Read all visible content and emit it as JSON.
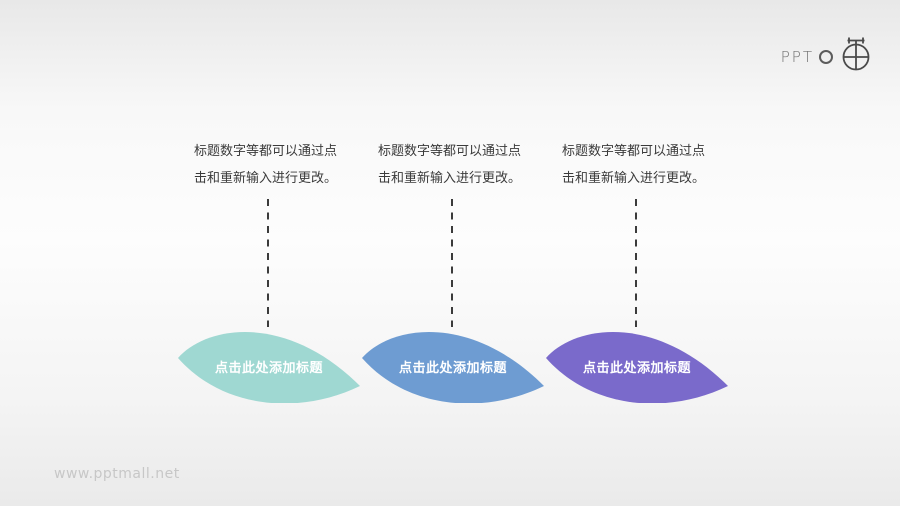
{
  "slide": {
    "logo": {
      "text": "PPT"
    },
    "watermark": "www.pptmall.net",
    "columns": [
      {
        "description": "标题数字等都可以通过点击和重新输入进行更改。",
        "title": "点击此处添加标题",
        "color": "#9FD8D2"
      },
      {
        "description": "标题数字等都可以通过点击和重新输入进行更改。",
        "title": "点击此处添加标题",
        "color": "#6E9CD2"
      },
      {
        "description": "标题数字等都可以通过点击和重新输入进行更改。",
        "title": "点击此处添加标题",
        "color": "#7A6ACB"
      }
    ],
    "colors": {
      "dash_line": "#3b3b3b",
      "description_text": "#3a3a3a",
      "leaf_title_text": "#FFFFFF"
    }
  }
}
